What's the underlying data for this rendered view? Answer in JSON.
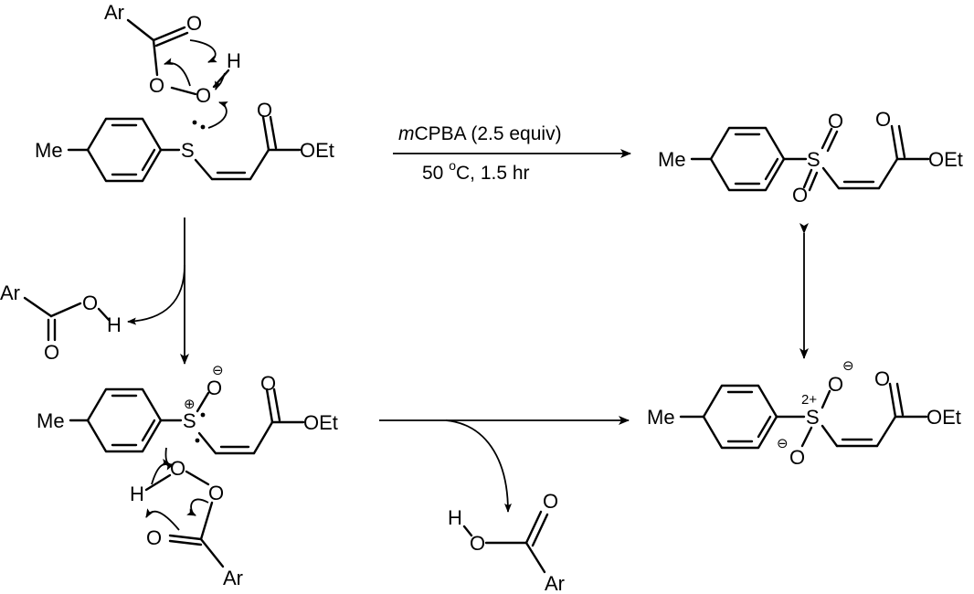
{
  "atoms": {
    "ar": "Ar",
    "me": "Me",
    "o": "O",
    "h": "H",
    "s": "S",
    "oet": "OEt"
  },
  "charges": {
    "plus": "⊕",
    "minus": "⊖",
    "two_plus": "2+"
  },
  "conditions": {
    "reagent_italic": "m",
    "reagent_rest": "CPBA (2.5 equiv)",
    "temperature_value": "50 ",
    "temperature_degree": "o",
    "temperature_rest": "C, 1.5 hr"
  }
}
